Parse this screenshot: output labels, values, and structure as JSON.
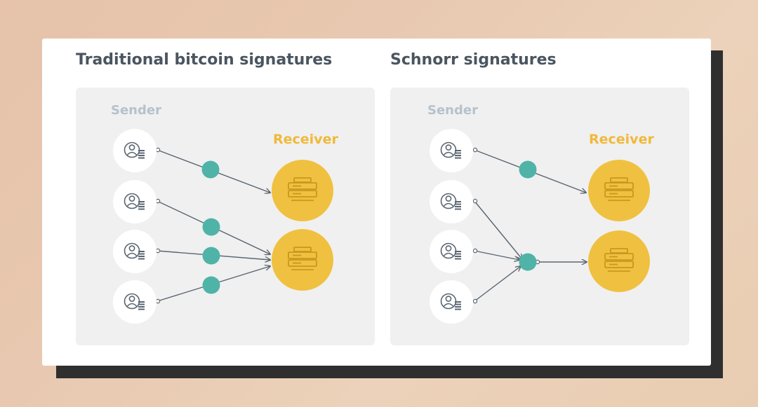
{
  "colors": {
    "background": "#e8c8b0",
    "card": "#ffffff",
    "panel": "#f0f0f0",
    "heading": "#4a5560",
    "sender_label": "#b5c2cc",
    "receiver_label": "#f0b93a",
    "receiver_node": "#f0c140",
    "receiver_icon": "#c8981e",
    "signature_dot": "#4fb3a8",
    "connector": "#5a6570",
    "sender_icon": "#5a6570"
  },
  "panels": [
    {
      "title": "Traditional bitcoin signatures",
      "sender_label": "Sender",
      "receiver_label": "Receiver",
      "senders": [
        "user-wallet-icon",
        "user-wallet-icon",
        "user-wallet-icon",
        "user-wallet-icon"
      ],
      "receivers": [
        "server-icon",
        "server-icon"
      ],
      "signatures_per_sender": 1,
      "aggregated": false
    },
    {
      "title": "Schnorr signatures",
      "sender_label": "Sender",
      "receiver_label": "Receiver",
      "senders": [
        "user-wallet-icon",
        "user-wallet-icon",
        "user-wallet-icon",
        "user-wallet-icon"
      ],
      "receivers": [
        "server-icon",
        "server-icon"
      ],
      "signatures_per_sender": 1,
      "aggregated": true
    }
  ]
}
